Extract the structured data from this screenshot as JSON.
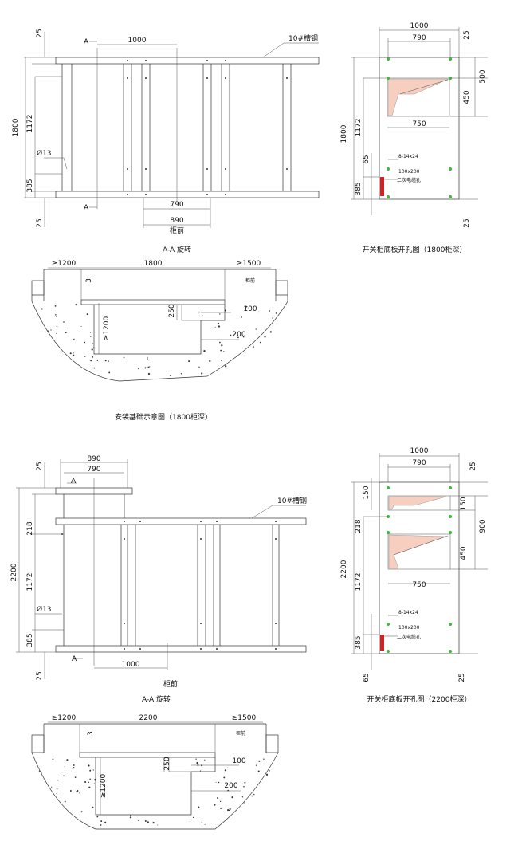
{
  "section1": {
    "plan": {
      "dims": {
        "top25": "25",
        "d1000": "1000",
        "d1800": "1800",
        "d1172": "1172",
        "d385": "385",
        "bot25": "25",
        "d790": "790",
        "d890": "890"
      },
      "phi": "Ø13",
      "steel": "10#槽钢",
      "sec_a_top": "A",
      "sec_a_bot": "A",
      "front": "柜前",
      "caption": "A-A 旋转"
    },
    "base": {
      "dims": {
        "d1800": "1800",
        "d3": "3",
        "d1200a": "≥1200",
        "d1500": "≥1500",
        "d250": "250",
        "d100": "100",
        "d200": "200",
        "d1200b": "≥1200"
      },
      "minus": "-",
      "front": "柜前",
      "caption": "安装基础示意图（1800柜深）"
    },
    "hole": {
      "dims": {
        "d1000": "1000",
        "d790": "790",
        "d25a": "25",
        "d500": "500",
        "d450": "450",
        "d750": "750",
        "d1800": "1800",
        "d1172": "1172",
        "d65": "65",
        "d385": "385",
        "d25b": "25"
      },
      "note1": "8-14x24",
      "note2": "100x200",
      "note3": "二次电缆孔",
      "caption": "开关柜底板开孔图（1800柜深）"
    }
  },
  "section2": {
    "plan": {
      "dims": {
        "d890": "890",
        "d790": "790",
        "top25": "25",
        "d218": "218",
        "d2200": "2200",
        "d1172": "1172",
        "d385": "385",
        "bot25": "25",
        "d1000": "1000"
      },
      "phi": "Ø13",
      "steel": "10#槽钢",
      "sec_a_top": "A",
      "sec_a_bot": "A",
      "front": "柜前",
      "caption": "A-A 旋转"
    },
    "base": {
      "dims": {
        "d2200": "2200",
        "d3": "3",
        "d1200a": "≥1200",
        "d1500": "≥1500",
        "d250": "250",
        "d100": "100",
        "d200": "200",
        "d1200b": "≥1200"
      },
      "front": "柜前"
    },
    "hole": {
      "dims": {
        "d1000": "1000",
        "d790": "790",
        "d25a": "25",
        "d150a": "150",
        "d150b": "150",
        "d900": "900",
        "d218": "218",
        "d450": "450",
        "d750": "750",
        "d2200": "2200",
        "d1172": "1172",
        "d385": "385",
        "d65": "65",
        "d25b": "25"
      },
      "note1": "8-14x24",
      "note2": "100x200",
      "note3": "二次电缆孔",
      "caption": "开关柜底板开孔图（2200柜深）"
    }
  },
  "colors": {
    "line": "#333333",
    "cutout": "#f6cfc0",
    "marker": "#3cb83c",
    "cable_hole": "#d42020"
  }
}
